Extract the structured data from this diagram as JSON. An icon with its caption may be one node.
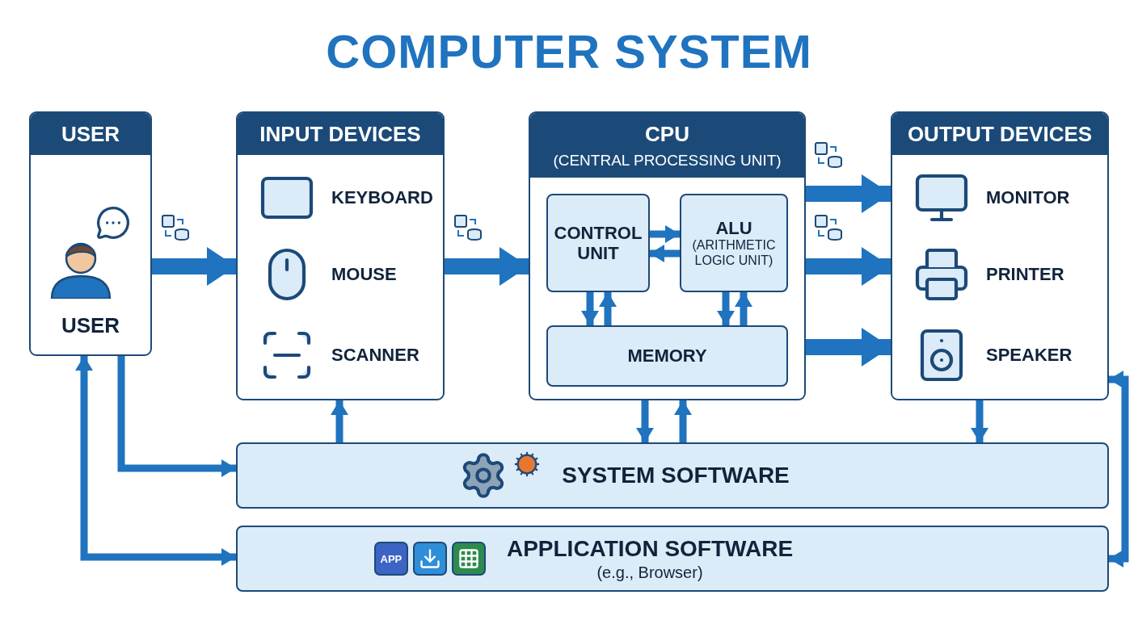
{
  "diagram": {
    "title": "COMPUTER SYSTEM",
    "nodes": [
      {
        "text": [
          "USER",
          "USER"
        ]
      },
      {
        "text": [
          "INPUT DEVICES"
        ]
      },
      {
        "text": [
          "KEYBOARD"
        ],
        "in": 1
      },
      {
        "text": [
          "MOUSE"
        ],
        "in": 1
      },
      {
        "text": [
          "SCANNER"
        ],
        "in": 1
      },
      {
        "text": [
          "CPU",
          "(CENTRAL PROCESSING UNIT)"
        ]
      },
      {
        "text": [
          "CONTROL UNIT"
        ],
        "in": 5
      },
      {
        "text": [
          "ALU",
          "(ARITHMETIC LOGIC UNIT)"
        ],
        "in": 5
      },
      {
        "text": [
          "MEMORY"
        ],
        "in": 5
      },
      {
        "text": [
          "OUTPUT DEVICES"
        ]
      },
      {
        "text": [
          "MONITOR"
        ],
        "in": 9
      },
      {
        "text": [
          "PRINTER"
        ],
        "in": 9
      },
      {
        "text": [
          "SPEAKER"
        ],
        "in": 9
      },
      {
        "text": [
          "SYSTEM SOFTWARE"
        ]
      },
      {
        "text": [
          "APPLICATION SOFTWARE",
          "(e.g., Browser)"
        ]
      }
    ],
    "edges": [
      {
        "from": 0,
        "to": 1,
        "arrow": "to",
        "style": "thick"
      },
      {
        "from": 1,
        "to": 5,
        "arrow": "to",
        "style": "thick"
      },
      {
        "from": 5,
        "to": 9,
        "arrow": "to",
        "style": "thick"
      },
      {
        "from": 5,
        "to": 9,
        "arrow": "to",
        "style": "thick"
      },
      {
        "from": 5,
        "to": 9,
        "arrow": "to",
        "style": "thick"
      },
      {
        "from": 6,
        "to": 7,
        "arrow": "to"
      },
      {
        "from": 7,
        "to": 6,
        "arrow": "to"
      },
      {
        "from": 6,
        "to": 8,
        "arrow": "to"
      },
      {
        "from": 8,
        "to": 6,
        "arrow": "to"
      },
      {
        "from": 7,
        "to": 8,
        "arrow": "to"
      },
      {
        "from": 8,
        "to": 7,
        "arrow": "to"
      },
      {
        "from": 5,
        "to": 13,
        "arrow": "to"
      },
      {
        "from": 13,
        "to": 5,
        "arrow": "to"
      },
      {
        "from": 13,
        "to": 1,
        "arrow": "to"
      },
      {
        "from": 9,
        "to": 13,
        "arrow": "to"
      },
      {
        "from": 14,
        "to": 9,
        "arrow": "both"
      },
      {
        "from": 0,
        "to": 13,
        "arrow": "to"
      },
      {
        "from": 0,
        "to": 14,
        "arrow": "both"
      }
    ],
    "labels": [
      "APP"
    ]
  }
}
